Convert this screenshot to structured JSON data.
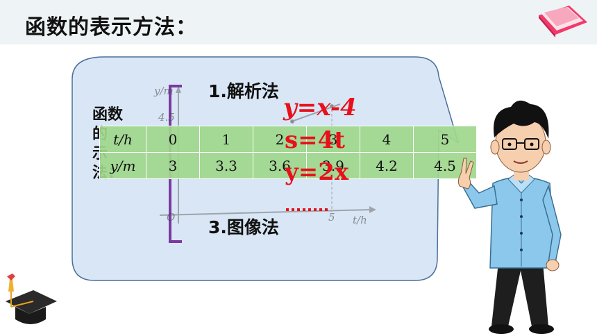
{
  "header": {
    "title": "函数的表示方法："
  },
  "methods": {
    "analytic": "1.解析法",
    "graphic": "3.图像法"
  },
  "vertical_label": [
    "函数",
    "的",
    "示",
    "法："
  ],
  "equations": [
    "y=x-4",
    "s=4t",
    "y=2x"
  ],
  "table": {
    "rows": [
      [
        "t/h",
        "0",
        "1",
        "2",
        "3",
        "4",
        "5"
      ],
      [
        "y/m",
        "3",
        "3.3",
        "3.6",
        "3.9",
        "4.2",
        "4.5"
      ]
    ]
  },
  "graph_ticks": {
    "y_axis": "y/m",
    "y_value": "4.5",
    "origin": "O",
    "x_value": "5",
    "x_axis": "t/h"
  }
}
